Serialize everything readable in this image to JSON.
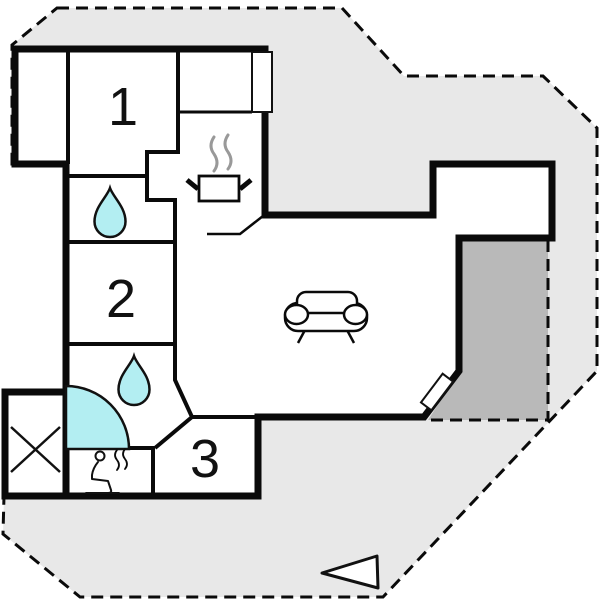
{
  "plan": {
    "kind": "holiday-home floor plan",
    "rooms": [
      {
        "id": "room-1",
        "label": "1"
      },
      {
        "id": "room-2",
        "label": "2"
      },
      {
        "id": "room-3",
        "label": "3"
      }
    ],
    "icons": [
      {
        "name": "water-drop-icon",
        "meaning": "bathroom / water point"
      },
      {
        "name": "cooking-pot-icon",
        "meaning": "kitchen"
      },
      {
        "name": "sofa-icon",
        "meaning": "living room"
      },
      {
        "name": "sauna-person-icon",
        "meaning": "sauna"
      },
      {
        "name": "shower-icon",
        "meaning": "corner shower"
      },
      {
        "name": "crossed-square-icon",
        "meaning": "storage / technical room"
      },
      {
        "name": "direction-triangle-icon",
        "meaning": "orientation arrow"
      },
      {
        "name": "door-marker",
        "meaning": "door opening"
      }
    ]
  },
  "colors": {
    "plot": "#e8e8e8",
    "terrace": "#b9b9b9",
    "water": "#b3eef2",
    "wall": "#0a0a0a",
    "steam": "#999999",
    "paper": "#ffffff"
  }
}
